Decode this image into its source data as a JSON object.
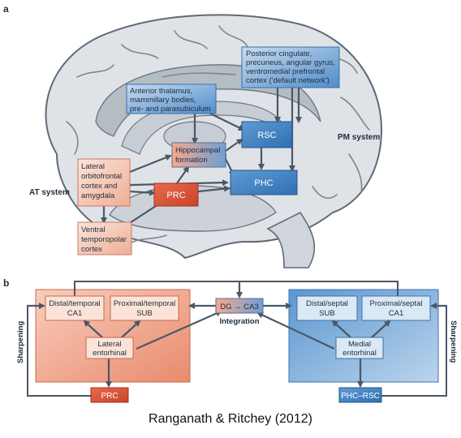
{
  "panel_a": {
    "label": "a",
    "boxes": {
      "default_network": [
        "Posterior cingulate,",
        "precuneus, angular gyrus,",
        "ventromedial prefrontal",
        "cortex ('default network')"
      ],
      "anterior_thalamus": [
        "Anterior thalamus,",
        "mammillary bodies,",
        "pre- and parasubiculum"
      ],
      "rsc": "RSC",
      "hippocampal": [
        "Hippocampal",
        "formation"
      ],
      "phc": "PHC",
      "orbitofrontal": [
        "Lateral",
        "orbitofrontal",
        "cortex and",
        "amygdala"
      ],
      "prc": "PRC",
      "temporopolar": [
        "Ventral",
        "temporopolar",
        "cortex"
      ]
    },
    "system_labels": {
      "pm": "PM system",
      "at": "AT system"
    }
  },
  "panel_b": {
    "label": "b",
    "boxes": {
      "distal_temporal_ca1": [
        "Distal/temporal",
        "CA1"
      ],
      "proximal_temporal_sub": [
        "Proximal/temporal",
        "SUB"
      ],
      "lateral_entorhinal": [
        "Lateral",
        "entorhinal"
      ],
      "prc": "PRC",
      "dg_ca3": "DG → CA3",
      "distal_septal_sub": [
        "Distal/septal",
        "SUB"
      ],
      "proximal_septal_ca1": [
        "Proximal/septal",
        "CA1"
      ],
      "medial_entorhinal": [
        "Medial",
        "entorhinal"
      ],
      "phc_rsc": "PHC–RSC"
    },
    "integration_label": "Integration",
    "sharpening_left": "Sharpening",
    "sharpening_right": "Sharpening"
  },
  "citation": "Ranganath & Ritchey (2012)",
  "colors": {
    "blue_dark": "#3f7fc1",
    "blue_light": "#a9c6e6",
    "red_dark": "#d9533a",
    "salmon": "#f2b29c",
    "salmon_light": "#f7d3c5",
    "brain_fill": "#dfe3e7",
    "white_matter": "#b4bcc4"
  }
}
